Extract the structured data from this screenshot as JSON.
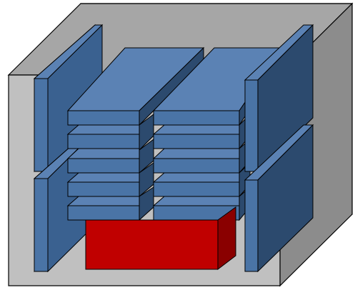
{
  "colors": {
    "box_front": "#c0c0c0",
    "box_top": "#a6a6a6",
    "box_side": "#8a8a8a",
    "box_stroke": "#000000",
    "plate_front": "#3f6896",
    "plate_top": "#5b82b4",
    "plate_side": "#2c4a6e",
    "block_front": "#c00000",
    "block_top": "#e00000",
    "block_side": "#8a0000",
    "outline": "#000000"
  },
  "parts": {
    "enclosure": "enclosure-box",
    "left_plates": "left-vertical-plates",
    "right_plates": "right-vertical-plates",
    "horizontal_stacks": "horizontal-plate-stacks",
    "base_block": "red-base-block"
  }
}
